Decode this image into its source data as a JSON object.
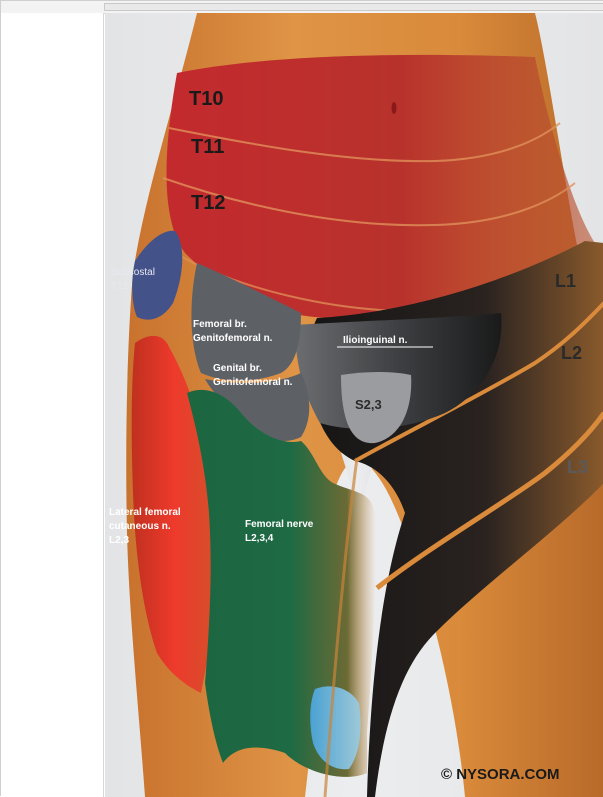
{
  "dermatomes": {
    "t10": "T10",
    "t11": "T11",
    "t12": "T12",
    "l1": "L1",
    "l2": "L2",
    "l3": "L3",
    "s23": "S2,3"
  },
  "nerves": {
    "subcostal_line1": "Subcostal",
    "subcostal_line2": "T12",
    "femoral_br_line1": "Femoral br.",
    "femoral_br_line2": "Genitofemoral n.",
    "genital_br_line1": "Genital br.",
    "genital_br_line2": "Genitofemoral n.",
    "ilioinguinal": "Ilioinguinal n.",
    "lateral_line1": "Lateral femoral",
    "lateral_line2": "cutaneous n.",
    "lateral_line3": "L2,3",
    "femoral_line1": "Femoral nerve",
    "femoral_line2": "L2,3,4"
  },
  "watermark": "© NYSORA.COM",
  "colors": {
    "background": "#e7e8ea",
    "skin": "#d98a3a",
    "thoracic": "#c32a2e",
    "subcostal": "#44528a",
    "genitofemoral": "#5d6166",
    "lumbar_dark": "#1c1c1c",
    "sacral": "#9a9c9f",
    "femoral": "#1e6a44",
    "lateral_femoral": "#e8332a",
    "obturator": "#57aedc"
  }
}
